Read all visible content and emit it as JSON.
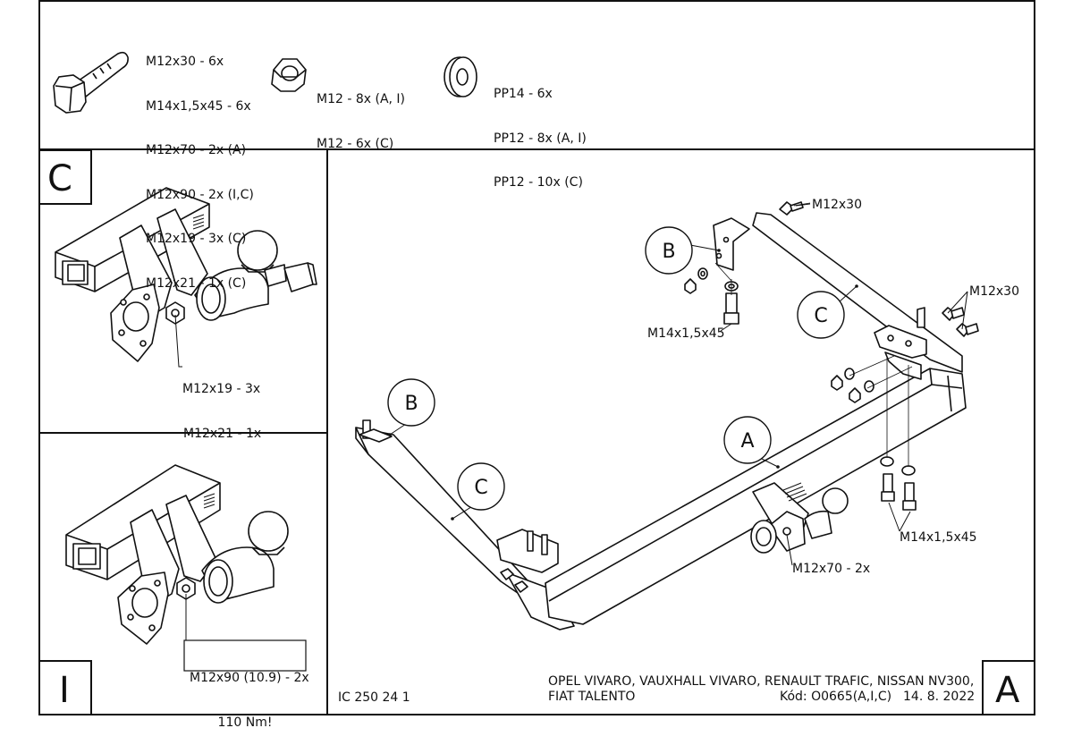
{
  "parts": {
    "bolt": [
      "M12x30 - 6x",
      "M14x1,5x45 - 6x",
      "M12x70 - 2x (A)",
      "M12x90 - 2x (I,C)",
      "M12x19 - 3x (C)",
      "M12x21 - 1x (C)"
    ],
    "nut": [
      "M12 - 8x (A, I)",
      "M12 - 6x (C)"
    ],
    "washer": [
      "PP14 - 6x",
      "PP12 - 8x (A, I)",
      "PP12 - 10x (C)"
    ]
  },
  "panel_c": {
    "letter": "C",
    "callout": [
      "M12x19 - 3x",
      "M12x21 - 1x"
    ]
  },
  "panel_i": {
    "letter": "I",
    "callout": [
      "M12x90 (10.9) - 2x",
      "110 Nm!"
    ]
  },
  "main": {
    "circle_labels": {
      "b_top": "B",
      "c_right": "C",
      "b_left": "B",
      "c_left": "C",
      "a": "A"
    },
    "callouts": {
      "m12x30_top": "M12x30",
      "m12x30_right": "M12x30",
      "m14_left": "M14x1,5x45",
      "m14_right": "M14x1,5x45",
      "m12x70": "M12x70 - 2x"
    }
  },
  "footer": {
    "drawing_no": "IC 250 24 1",
    "vehicles_line1": "OPEL VIVARO, VAUXHALL VIVARO, RENAULT TRAFIC, NISSAN NV300,",
    "vehicles_line2": "FIAT TALENTO",
    "code": "Kód: O0665(A,I,C)",
    "date": "14. 8. 2022",
    "variant_letter": "A"
  }
}
